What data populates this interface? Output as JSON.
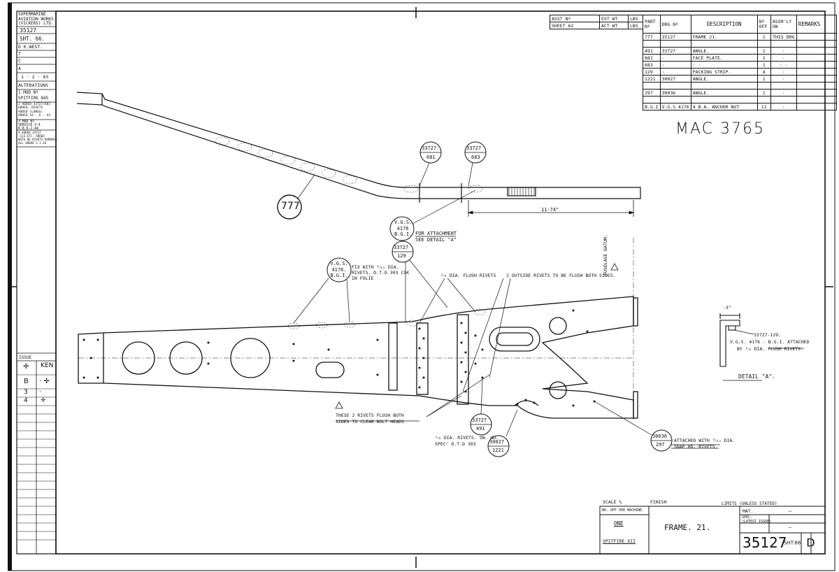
{
  "left_strip": {
    "company": [
      "SUPERMARINE",
      "AVIATION WORKS",
      "(VICKERS) LTD."
    ],
    "drawing_no": "35127",
    "sheet": "SHT. 66.",
    "drawn": "D  K.WEST.",
    "traced": "T",
    "checked": "C",
    "approved": "A",
    "date": "1 · 2 · 43",
    "alterations_title": "ALTERATIONS",
    "alt1": [
      "1  MOD Nº",
      "SPITFIRE 845"
    ],
    "alt2": [
      "2  ADDED 33727/683",
      "ADDED, RIVETS",
      "ADDED (LONGS)",
      "ADDED 16 · 6 · 43"
    ],
    "alt3": [
      "3 MOD Nº",
      "SERVICE 3-4",
      "8.8.6-2-44"
    ],
    "alt4": [
      "4 ADDED 33727",
      "-123 ETC. ADDED",
      "NOTE RE RIVETS REMOVED",
      "ALL ADDED 2.1.44"
    ],
    "issue_title": "ISSUE",
    "issue_rows": [
      [
        "✛",
        "KEN"
      ],
      [
        "B",
        "· ✛"
      ],
      [
        "3",
        "·"
      ],
      [
        "4",
        "✛"
      ]
    ]
  },
  "parts_table": {
    "top_left": [
      [
        "ASST Nº",
        "EST WT",
        "LBS"
      ],
      [
        "SHEET 62",
        "ACT WT",
        "LBS"
      ]
    ],
    "headers": [
      "PART Nº",
      "DRG Nº",
      "DESCRIPTION",
      "Nº OFF",
      "ASSM'LY ON",
      "REMARKS"
    ],
    "rows": [
      [
        "777",
        "35127",
        "FRAME 21.",
        "1",
        "THIS DRG",
        ""
      ],
      [
        "",
        "",
        "",
        "",
        "",
        ""
      ],
      [
        "491",
        "33727",
        "ANGLE.",
        "1",
        "·",
        ""
      ],
      [
        "681",
        "·",
        "FACE PLATE.",
        "1",
        "·",
        ""
      ],
      [
        "683",
        "·",
        "·        ·",
        "1",
        "· ·",
        ""
      ],
      [
        "129",
        "·",
        "PACKING STRIP.",
        "4",
        "·",
        ""
      ],
      [
        "1221",
        "30027",
        "ANGLE.",
        "1",
        "·",
        ""
      ],
      [
        "",
        "",
        "",
        "",
        "",
        ""
      ],
      [
        "297",
        "30036",
        "ANGLE.",
        "1",
        "·",
        ""
      ],
      [
        "",
        "",
        "",
        "",
        "",
        ""
      ],
      [
        "B.G.I",
        "V.G.S 4176",
        "4 B.A. ANCHOR NUT",
        "11",
        "·",
        ""
      ]
    ]
  },
  "handwritten_ref": "MAC 3765",
  "callouts": {
    "part_777": "777",
    "c1": [
      "33727",
      "681"
    ],
    "c2": [
      "33727",
      "683"
    ],
    "c3": [
      "V.G.S.",
      "4176",
      "B.G.I."
    ],
    "c4": [
      "33727",
      "129"
    ],
    "c5": [
      "V.G.S.",
      "4176.",
      "B.G.I."
    ],
    "c6": [
      "33727",
      "491"
    ],
    "c7": [
      "30027",
      "1221"
    ],
    "c8": [
      "30036",
      "297"
    ]
  },
  "notes": {
    "dim_1174": "11·74\"",
    "for_attachment": [
      "FOR ATTACHMENT",
      "SEE DETAIL \"A\""
    ],
    "fix_with": [
      "FIX WITH ³⁄₃₂ DIA.",
      "RIVETS, D.T.D 303 CSK",
      "IN FOLIE"
    ],
    "flush_rivets": "¹⁄₈ DIA. FLUSH RIVETS",
    "outside_rivets": "2 OUTSIDE RIVETS TO BE FLUSH BOTH SIDES.",
    "fuselage_datum": "FUSELAGE DATUM.",
    "these_rivets": [
      "THESE 2 RIVETS FLUSH BOTH",
      "SIDES TO CLEAR BOLT HEADS"
    ],
    "snap_rivets": [
      "¹⁄₈ DIA. RIVETS. SN. HD.",
      "SPECⁿ D.T.D 303"
    ],
    "attached_with": [
      "ATTACHED WITH ³⁄₃₂ DIA.",
      "SNAP HD. RIVETS."
    ],
    "detail_dim": "·3\"",
    "detail_note": [
      "33727-129.",
      "V.G.S. 4176 - B.G.I. ATTACHED",
      "BY ¹⁄₈ DIA. FLUSH RIVETS."
    ],
    "detail_label": "DETAIL \"A\"."
  },
  "title_block": {
    "scale": "SCALE ½",
    "finish": "FINISH",
    "limits": "LIMITS (UNLESS STATED)",
    "no_off": "NO. OFF PER MACHINE.",
    "qty": "ONE",
    "aircraft": "SPITFIRE XII",
    "title": "FRAME. 21.",
    "mat": "MAT.",
    "mat_val": "–",
    "spec": [
      "SPEC.",
      "(LATEST ISSUE)"
    ],
    "spec_val": "–",
    "drawing_no": "35127",
    "sheet": "SHT.66",
    "rev": "D"
  }
}
